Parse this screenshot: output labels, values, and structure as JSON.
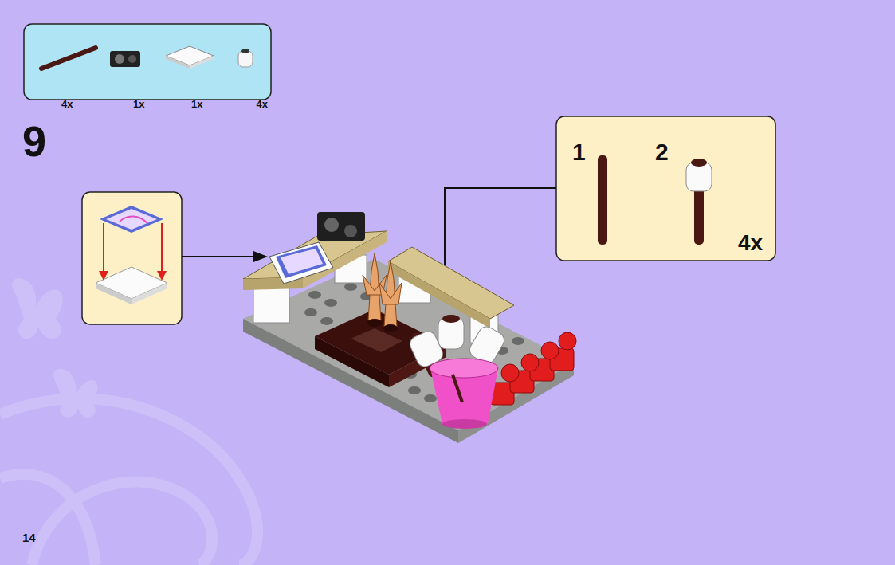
{
  "diagram": {
    "nodes": [
      {
        "text": [
          "4x",
          "1x",
          "1x",
          "4x"
        ]
      },
      {
        "text": [
          "1",
          "2",
          "4x"
        ]
      }
    ],
    "labels": [
      "9",
      "14"
    ]
  }
}
